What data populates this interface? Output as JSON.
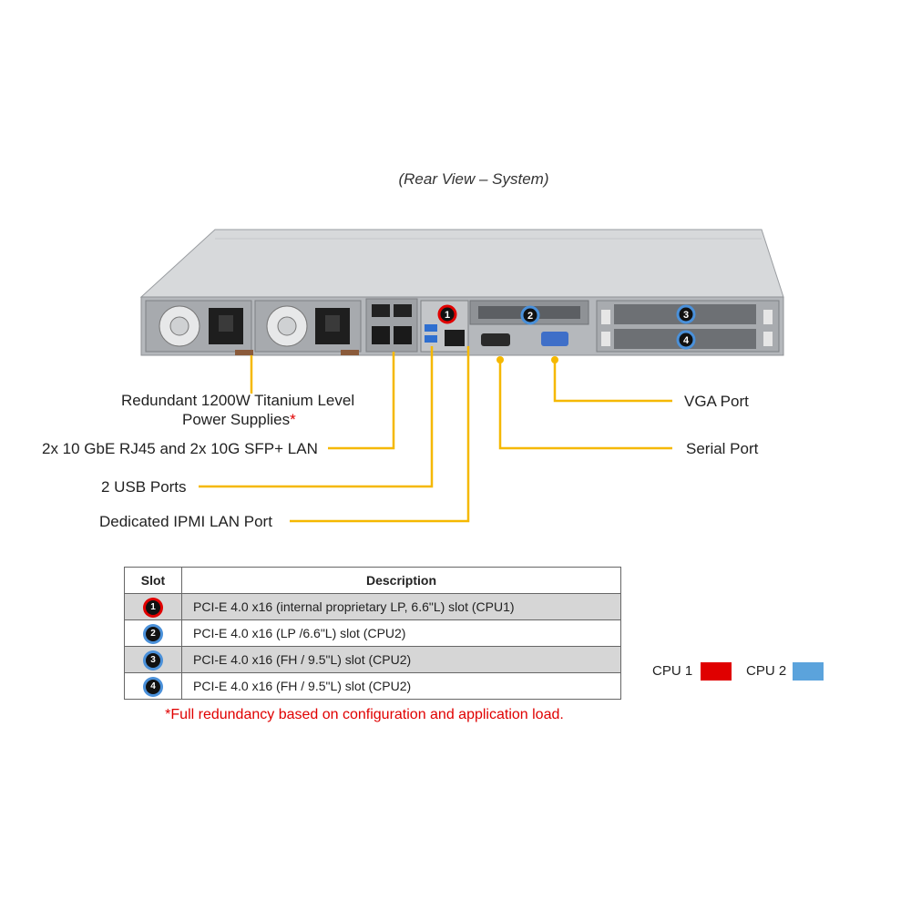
{
  "title": "(Rear View – System)",
  "callouts": {
    "psu": "Redundant  1200W Titanium  Level",
    "psu_line2": "Power Supplies",
    "psu_asterisk": "*",
    "lan": "2x 10 GbE RJ45 and 2x 10G SFP+ LAN",
    "usb": "2 USB Ports",
    "ipmi": "Dedicated IPMI  LAN Port",
    "vga": "VGA Port",
    "serial": "Serial Port"
  },
  "table": {
    "headers": [
      "Slot",
      "Description"
    ],
    "rows": [
      {
        "slot": "1",
        "description": "PCI-E  4.0 x16 (internal  proprietary  LP, 6.6\"L)  slot  (CPU1)",
        "ring": "#e00000"
      },
      {
        "slot": "2",
        "description": "PCI-E  4.0 x16 (LP /6.6\"L)  slot (CPU2)",
        "ring": "#4a90d9"
      },
      {
        "slot": "3",
        "description": "PCI-E  4.0 x16 (FH / 9.5\"L) slot (CPU2)",
        "ring": "#4a90d9"
      },
      {
        "slot": "4",
        "description": "PCI-E  4.0 x16 (FH / 9.5\"L) slot (CPU2)",
        "ring": "#4a90d9"
      }
    ]
  },
  "footnote": "*Full redundancy based on configuration and application load.",
  "legend": [
    {
      "label": "CPU 1",
      "color": "#e00000"
    },
    {
      "label": "CPU 2",
      "color": "#5ba3dc"
    }
  ],
  "chassis_badges": [
    "1",
    "2",
    "3",
    "4"
  ],
  "colors": {
    "callout_line": "#f5b800",
    "chassis_body": "#b9bcc0",
    "chassis_top": "#d9dbdd",
    "cpu1": "#e00000",
    "cpu2": "#4a90d9"
  }
}
